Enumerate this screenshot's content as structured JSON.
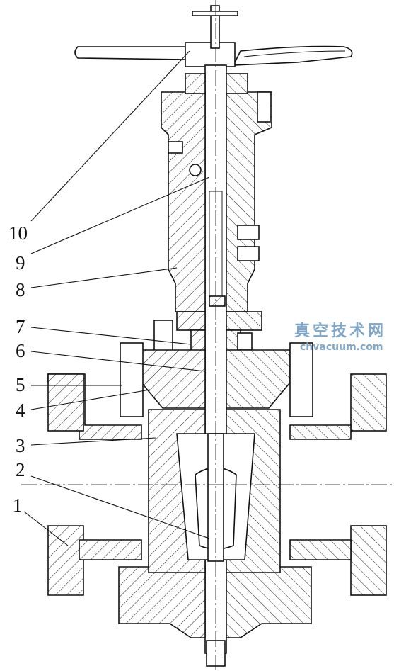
{
  "diagram": {
    "part_labels": [
      "10",
      "9",
      "8",
      "7",
      "6",
      "5",
      "4",
      "3",
      "2",
      "1"
    ],
    "watermark": {
      "chinese": "真空技术网",
      "url": "chvacuum.com",
      "color": "#7fa6c8"
    }
  }
}
